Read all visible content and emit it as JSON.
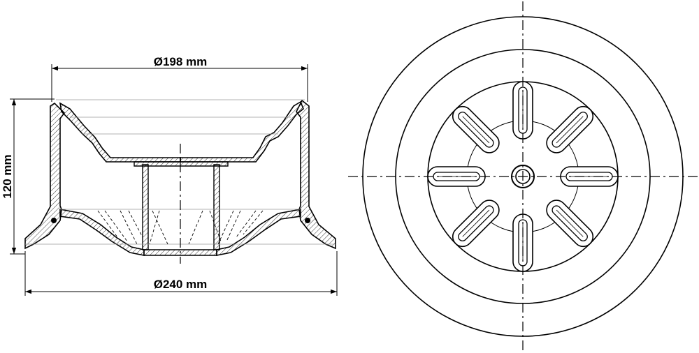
{
  "dimensions": {
    "top_diameter": "Ø198 mm",
    "bottom_diameter": "Ø240 mm",
    "height": "120 mm"
  },
  "views": {
    "side_view": "section",
    "top_view": "plan",
    "spoke_count": 8
  },
  "colors": {
    "line": "#000000",
    "background": "#ffffff"
  }
}
